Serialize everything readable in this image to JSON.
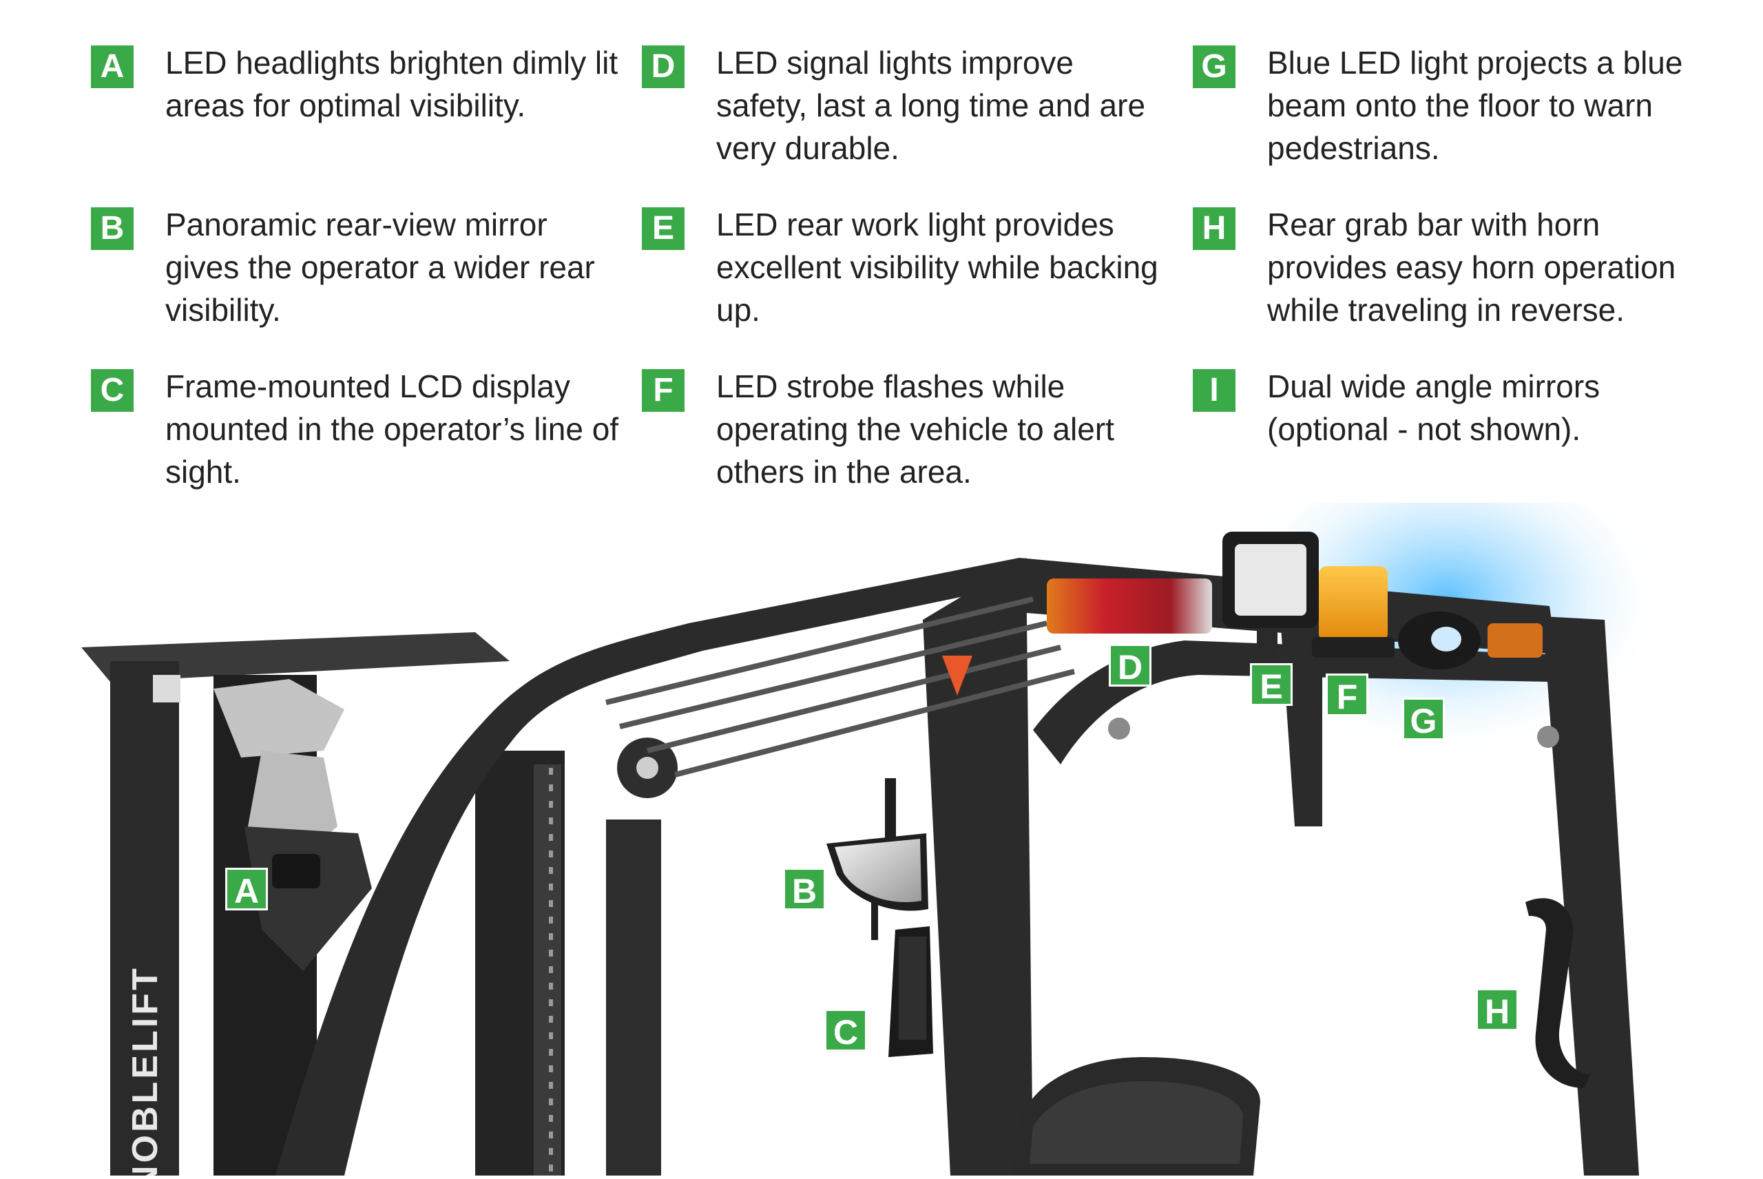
{
  "features": [
    {
      "letter": "A",
      "text": "LED headlights brighten dimly lit areas for optimal visibility."
    },
    {
      "letter": "B",
      "text": "Panoramic rear-view mirror gives the operator a wider rear visibility."
    },
    {
      "letter": "C",
      "text": "Frame-mounted LCD display mounted in the operator’s line of sight."
    },
    {
      "letter": "D",
      "text": "LED signal lights improve safety, last a long time and are very durable."
    },
    {
      "letter": "E",
      "text": "LED rear work light provides excellent visibility while backing up."
    },
    {
      "letter": "F",
      "text": "LED strobe flashes while operating the vehicle to alert others in the area."
    },
    {
      "letter": "G",
      "text": "Blue LED light projects a blue beam onto the floor to warn pedestrians."
    },
    {
      "letter": "H",
      "text": "Rear grab bar with horn provides easy horn operation while traveling in reverse."
    },
    {
      "letter": "I",
      "text": "Dual wide angle mirrors (optional - not shown)."
    }
  ],
  "photo": {
    "mast_brand": "NOBLELIFT",
    "callouts": [
      "A",
      "B",
      "C",
      "D",
      "E",
      "F",
      "G",
      "H"
    ]
  },
  "colors": {
    "badge": "#3aa947",
    "text": "#222222",
    "frame": "#2b2b2b"
  }
}
